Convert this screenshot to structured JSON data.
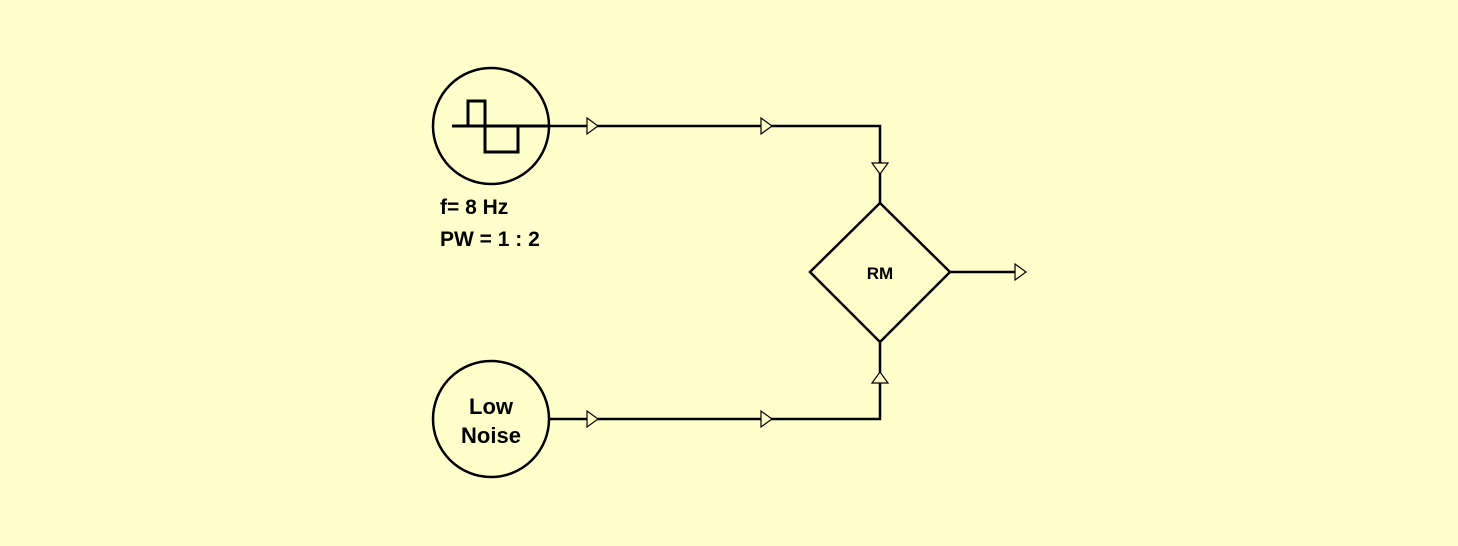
{
  "square_oscillator": {
    "icon": "square-wave-icon",
    "frequency_label": "f= 8 Hz",
    "pulse_width_label": "PW = 1 : 2"
  },
  "noise_source": {
    "line1": "Low",
    "line2": "Noise"
  },
  "ring_modulator": {
    "label": "RM"
  },
  "colors": {
    "background": "#FFFFCC",
    "stroke": "#000000"
  }
}
